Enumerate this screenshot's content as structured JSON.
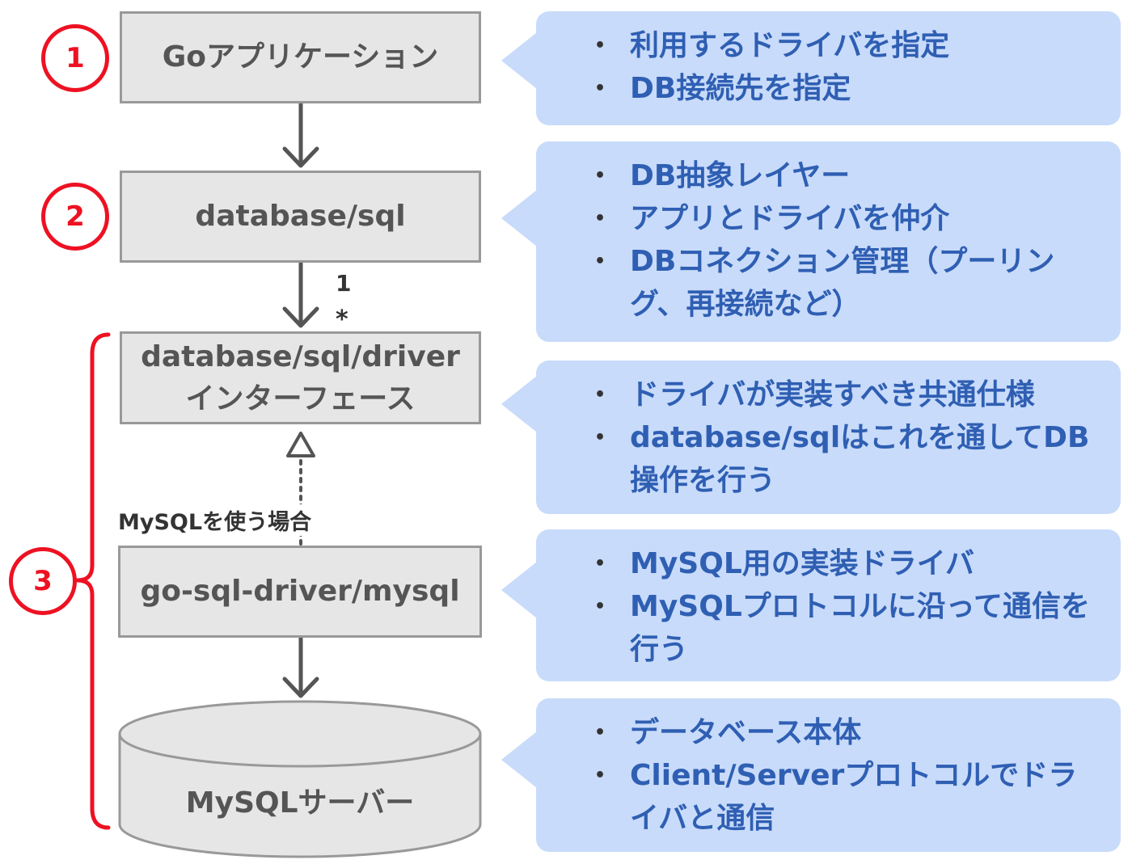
{
  "nodes": {
    "go_app": "Goアプリケーション",
    "database_sql": "database/sql",
    "driver_interface_line1": "database/sql/driver",
    "driver_interface_line2": "インターフェース",
    "mysql_driver": "go-sql-driver/mysql",
    "mysql_server": "MySQLサーバー"
  },
  "badges": {
    "one": "1",
    "two": "2",
    "three": "3"
  },
  "labels": {
    "multiplicity_one": "1",
    "multiplicity_many": "*",
    "mysql_case": "MySQLを使う場合"
  },
  "notes": {
    "go_app": [
      "利用するドライバを指定",
      "DB接続先を指定"
    ],
    "database_sql": [
      "DB抽象レイヤー",
      "アプリとドライバを仲介",
      "DBコネクション管理（プーリング、再接続など）"
    ],
    "driver_interface": [
      "ドライバが実装すべき共通仕様",
      "database/sqlはこれを通してDB操作を行う"
    ],
    "mysql_driver": [
      "MySQL用の実装ドライバ",
      "MySQLプロトコルに沿って通信を行う"
    ],
    "mysql_server": [
      "データベース本体",
      "Client/Serverプロトコルでドライバと通信"
    ]
  },
  "colors": {
    "box_fill": "#e6e6e6",
    "box_border": "#999999",
    "box_text": "#555555",
    "note_fill": "#c8dbfa",
    "note_text": "#2f5fb3",
    "badge_red": "#ee1122",
    "arrow": "#555555"
  }
}
